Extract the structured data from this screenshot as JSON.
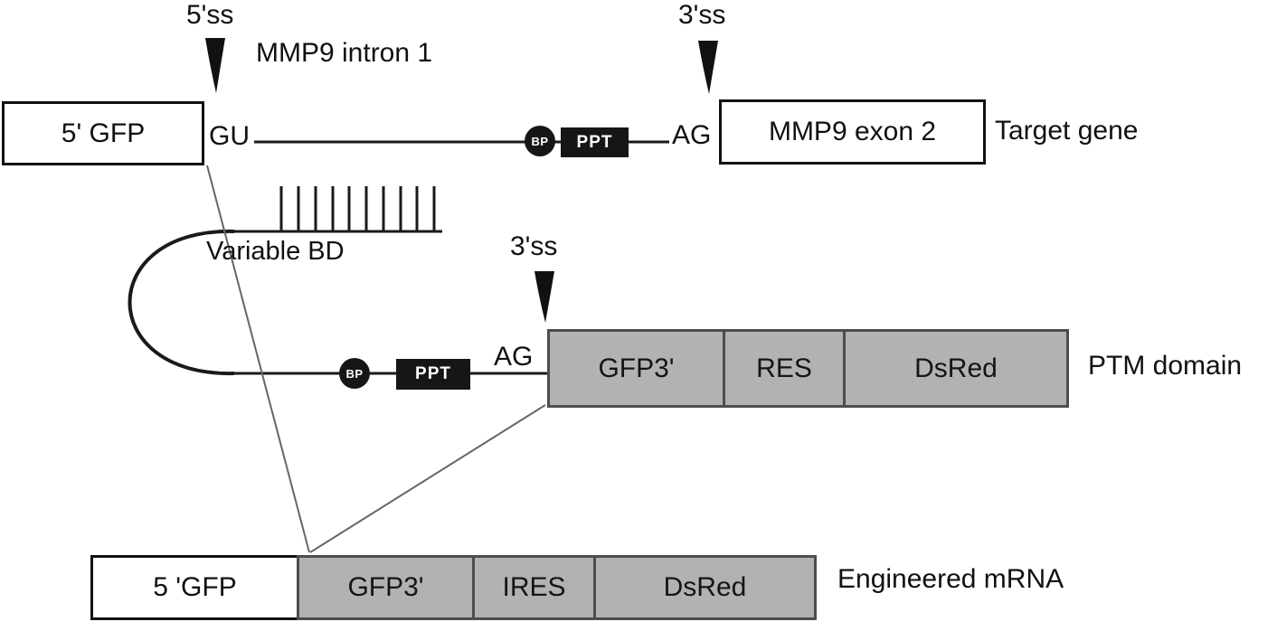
{
  "colors": {
    "background": "#ffffff",
    "box_white": "#ffffff",
    "box_gray": "#b2b2b2",
    "dark_element": "#161616",
    "line": "#1a1a1a",
    "diagonal_line": "#666666"
  },
  "target_gene_row": {
    "splice_site_5": "5'ss",
    "intron_label": "MMP9 intron 1",
    "splice_site_3": "3'ss",
    "box_5gfp": "5' GFP",
    "gu": "GU",
    "bp": "BP",
    "ppt": "PPT",
    "ag": "AG",
    "box_exon2": "MMP9 exon 2",
    "row_label": "Target gene"
  },
  "ptm_row": {
    "variable_bd": "Variable BD",
    "splice_site_3": "3'ss",
    "bp": "BP",
    "ppt": "PPT",
    "ag": "AG",
    "box_gfp3": "GFP3'",
    "box_res": "RES",
    "box_dsred": "DsRed",
    "row_label": "PTM domain"
  },
  "mrna_row": {
    "box_5gfp": "5 'GFP",
    "box_gfp3": "GFP3'",
    "box_ires": "IRES",
    "box_dsred": "DsRed",
    "row_label": "Engineered mRNA"
  }
}
